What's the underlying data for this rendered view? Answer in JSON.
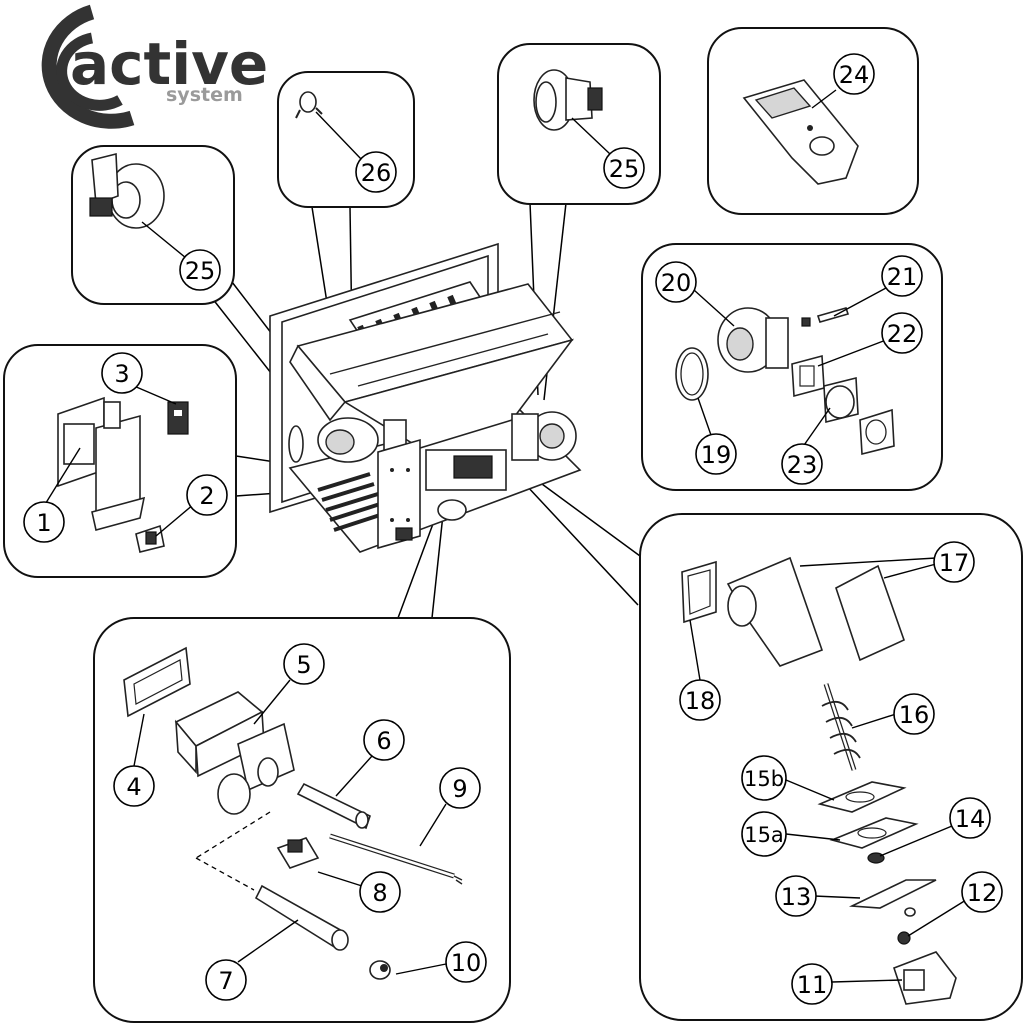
{
  "logo": {
    "main_text": "active",
    "sub_text": "system",
    "color_dark": "#333333",
    "color_light": "#9a9a9a"
  },
  "callouts": {
    "c1": "1",
    "c2": "2",
    "c3": "3",
    "c4": "4",
    "c5": "5",
    "c6": "6",
    "c7": "7",
    "c8": "8",
    "c9": "9",
    "c10": "10",
    "c11": "11",
    "c12": "12",
    "c13": "13",
    "c14": "14",
    "c15a": "15a",
    "c15b": "15b",
    "c16": "16",
    "c17": "17",
    "c18": "18",
    "c19": "19",
    "c20": "20",
    "c21": "21",
    "c22": "22",
    "c23": "23",
    "c24": "24",
    "c25a": "25",
    "c25b": "25",
    "c26": "26"
  }
}
